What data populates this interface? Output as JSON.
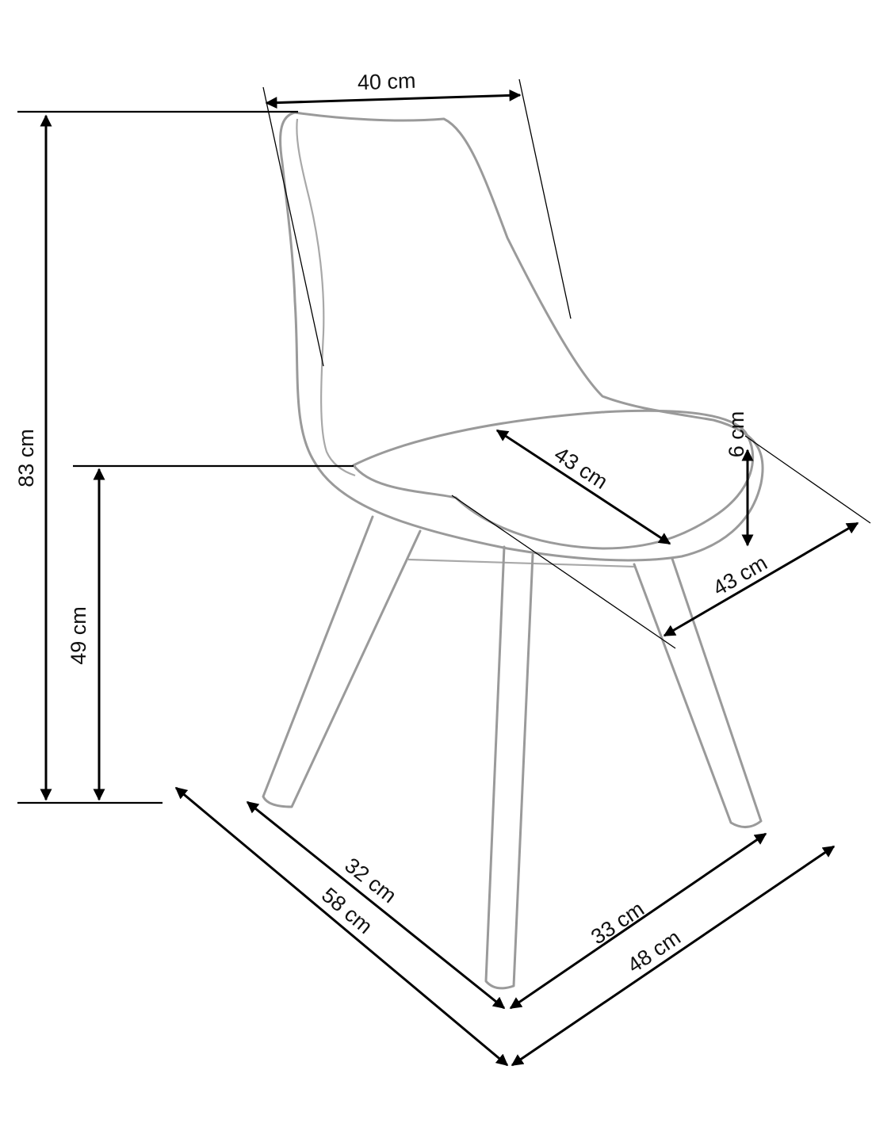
{
  "diagram": {
    "colors": {
      "outline": "#9a9a9a",
      "dimension": "#000000",
      "background": "#ffffff"
    },
    "dimensions": {
      "total_height": "83 cm",
      "seat_height": "49 cm",
      "back_width": "40 cm",
      "seat_depth": "43 cm",
      "seat_width": "43 cm",
      "seat_thickness": "6 cm",
      "leg_span_left": "32 cm",
      "overall_depth": "58 cm",
      "leg_span_right": "33 cm",
      "overall_width": "48 cm"
    }
  }
}
